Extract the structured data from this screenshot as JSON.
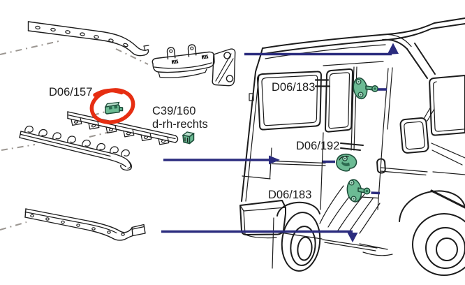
{
  "diagram": {
    "kind": "vehicle trim-strip parts diagram",
    "labels": {
      "rail_clip": "D06/157",
      "rail": "C39/160",
      "rail_variant": "d-rh-rechts",
      "van_clip_upper": "D06/183",
      "van_clip_mid": "D06/192",
      "van_clip_lower": "D06/183"
    },
    "colors": {
      "highlight_red": "#e62e12",
      "clip_green": "#6cbb94",
      "clip_green_light": "#b9e0cd",
      "clip_green_dark": "#2c6b50",
      "arrow_navy": "#2b2c7e",
      "line_black": "#1c1c1c",
      "guide_gray": "#9b9691"
    },
    "parts": [
      "trim-rail-upper",
      "mounting-bracket",
      "trim-rail-middle",
      "trim-rail-hooked",
      "trim-rail-lower",
      "clip-highlighted",
      "clip-single",
      "clip-rivet-upper",
      "clip-hook-mid",
      "clip-rivet-lower"
    ],
    "arrow_count": 3
  }
}
